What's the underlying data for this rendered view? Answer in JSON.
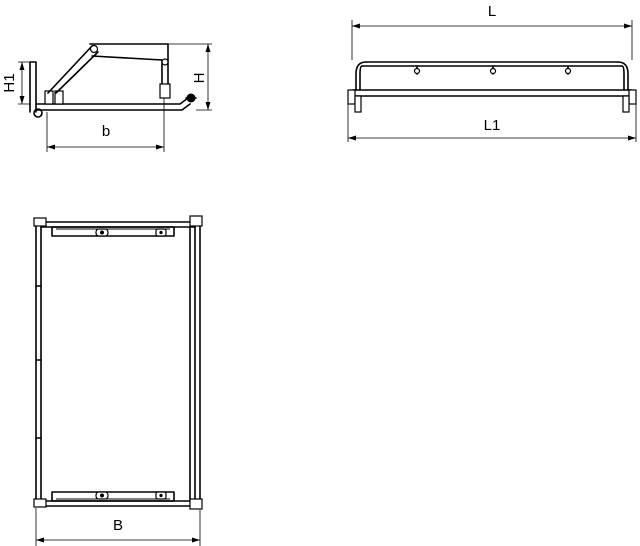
{
  "labels": {
    "H1": "H1",
    "H": "H",
    "b": "b",
    "L": "L",
    "L1": "L1",
    "B": "B"
  },
  "colors": {
    "line": "#000000",
    "background": "#ffffff"
  }
}
